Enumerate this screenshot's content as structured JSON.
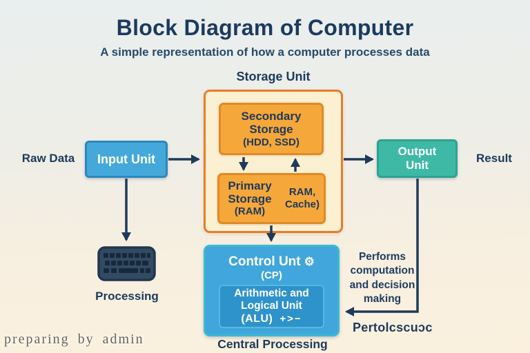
{
  "header": {
    "title": "Block Diagram of Computer",
    "subtitle": "A simple representation of how a computer processes data"
  },
  "storage": {
    "label": "Storage Unit",
    "secondary": {
      "name": "Secondary Storage",
      "detail": "(HDD, SSD)"
    },
    "primary": {
      "name": "Primary Storage",
      "detail": "(RAM)",
      "side_note": "RAM, Cache)"
    }
  },
  "input": {
    "label": "Input Unit",
    "source_label": "Raw Data",
    "device_label": "Processing"
  },
  "output": {
    "label": "Output Unit",
    "result_label": "Result"
  },
  "control": {
    "title": "Control Unt",
    "gear_icon": "⚙",
    "subtitle": "(CP)",
    "alu": {
      "name": "Arithmetic and Logical Unit",
      "abbr": "(ALU)",
      "op_symbols": "+>−"
    },
    "bottom_label": "Central Processing"
  },
  "annotations": {
    "performs_note": "Performs computation and decision making",
    "garbled_text": "Pertolcscuɔc",
    "watermark": "preparing by admin"
  },
  "colors": {
    "background_top": "#e9eeee",
    "background_bottom": "#fbf0de",
    "navy_text": "#1c3a5c",
    "arrow": "#1e3a5a",
    "storage_fill": "#fcf0d2",
    "storage_border": "#e87c28",
    "memory_fill": "#f6a73a",
    "memory_border": "#df8a26",
    "input_fill": "#44a9da",
    "input_border": "#2f86bb",
    "output_fill": "#3db9a6",
    "output_border": "#2da391",
    "control_fill": "#40a6db",
    "control_border": "#3cb8d2",
    "alu_fill": "#2e92cb",
    "alu_border": "#55bade"
  }
}
